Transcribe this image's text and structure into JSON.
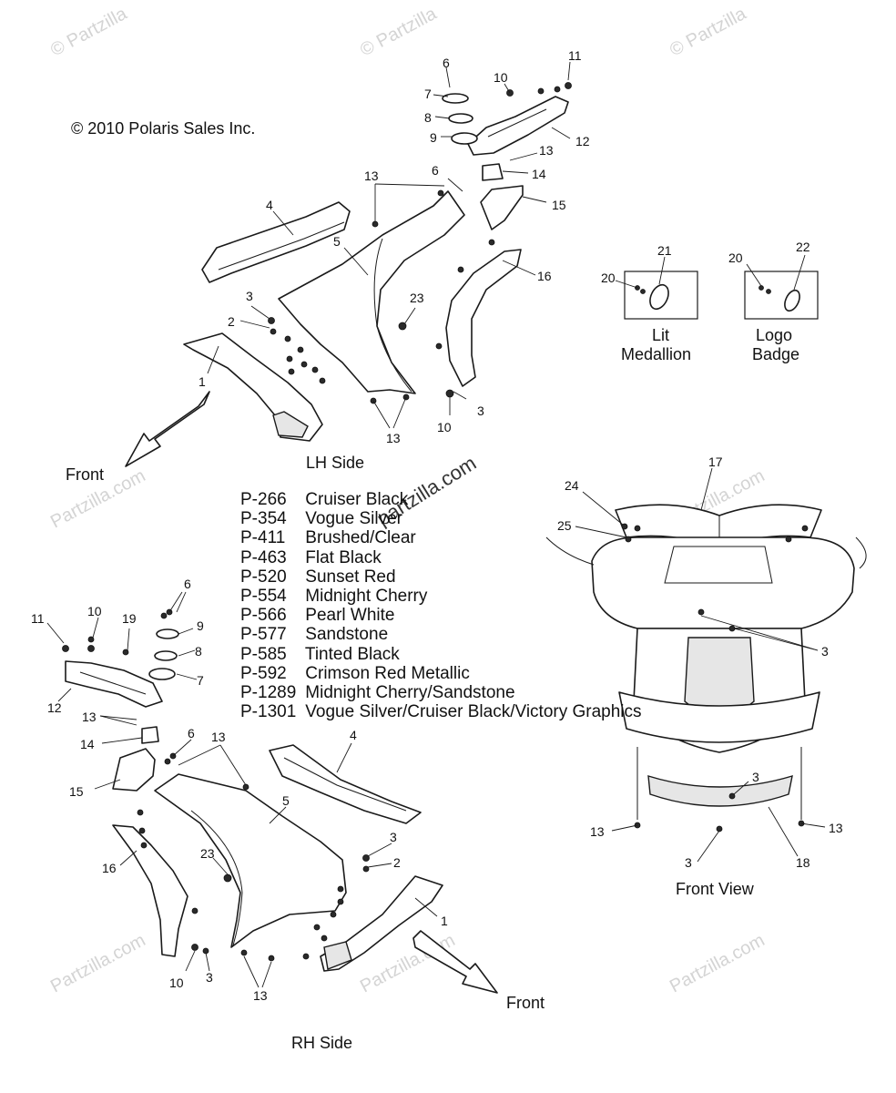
{
  "copyright": "© 2010 Polaris Sales Inc.",
  "watermark_url": "Partzilla.com",
  "watermark_short": "© Partzilla",
  "watermark_domain": "partzilla.com",
  "views": {
    "lh_side": "LH Side",
    "rh_side": "RH Side",
    "front_view": "Front View"
  },
  "direction": {
    "front_lh": "Front",
    "front_rh": "Front"
  },
  "boxes": {
    "lit_medallion": [
      "Lit",
      "Medallion"
    ],
    "logo_badge": [
      "Logo",
      "Badge"
    ]
  },
  "paint_codes": [
    {
      "code": "P-266",
      "name": "Cruiser Black"
    },
    {
      "code": "P-354",
      "name": "Vogue Silver"
    },
    {
      "code": "P-411",
      "name": "Brushed/Clear"
    },
    {
      "code": "P-463",
      "name": "Flat Black"
    },
    {
      "code": "P-520",
      "name": "Sunset Red"
    },
    {
      "code": "P-554",
      "name": "Midnight Cherry"
    },
    {
      "code": "P-566",
      "name": "Pearl White"
    },
    {
      "code": "P-577",
      "name": "Sandstone"
    },
    {
      "code": "P-585",
      "name": "Tinted Black"
    },
    {
      "code": "P-592",
      "name": "Crimson Red Metallic"
    },
    {
      "code": "P-1289",
      "name": "Midnight Cherry/Sandstone"
    },
    {
      "code": "P-1301",
      "name": "Vogue Silver/Cruiser Black/Victory Graphics"
    }
  ],
  "callouts": {
    "lh": [
      "1",
      "2",
      "3",
      "4",
      "5",
      "6",
      "7",
      "8",
      "9",
      "10",
      "11",
      "12",
      "13",
      "13",
      "13",
      "14",
      "15",
      "16",
      "23",
      "3",
      "10",
      "13",
      "6"
    ],
    "rh": [
      "1",
      "2",
      "3",
      "4",
      "5",
      "6",
      "6",
      "7",
      "8",
      "9",
      "10",
      "11",
      "12",
      "13",
      "13",
      "14",
      "15",
      "16",
      "19",
      "23",
      "10",
      "3",
      "13"
    ],
    "badges": [
      "20",
      "21",
      "20",
      "22"
    ],
    "front": [
      "17",
      "24",
      "25",
      "3",
      "3",
      "13",
      "13",
      "3",
      "18"
    ]
  },
  "colors": {
    "line": "#1a1a1a",
    "watermark": "#d4d4d4",
    "background": "#ffffff"
  }
}
